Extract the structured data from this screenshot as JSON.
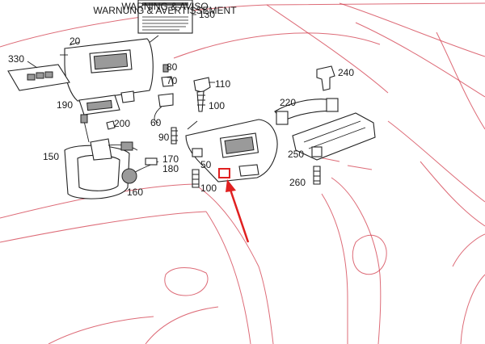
{
  "diagram": {
    "warning_label_text_1": "WARNING & AVISO",
    "warning_label_text_2": "WARNUNG & AVERTISSEMENT",
    "parts": [
      {
        "number": "130"
      },
      {
        "number": "20"
      },
      {
        "number": "330"
      },
      {
        "number": "80"
      },
      {
        "number": "70"
      },
      {
        "number": "110"
      },
      {
        "number": "100"
      },
      {
        "number": "190"
      },
      {
        "number": "60"
      },
      {
        "number": "200"
      },
      {
        "number": "90"
      },
      {
        "number": "150"
      },
      {
        "number": "170"
      },
      {
        "number": "180"
      },
      {
        "number": "160"
      },
      {
        "number": "50"
      },
      {
        "number": "100"
      },
      {
        "number": "240"
      },
      {
        "number": "220"
      },
      {
        "number": "250"
      },
      {
        "number": "260"
      }
    ],
    "highlight": {
      "color": "#e02020"
    }
  }
}
